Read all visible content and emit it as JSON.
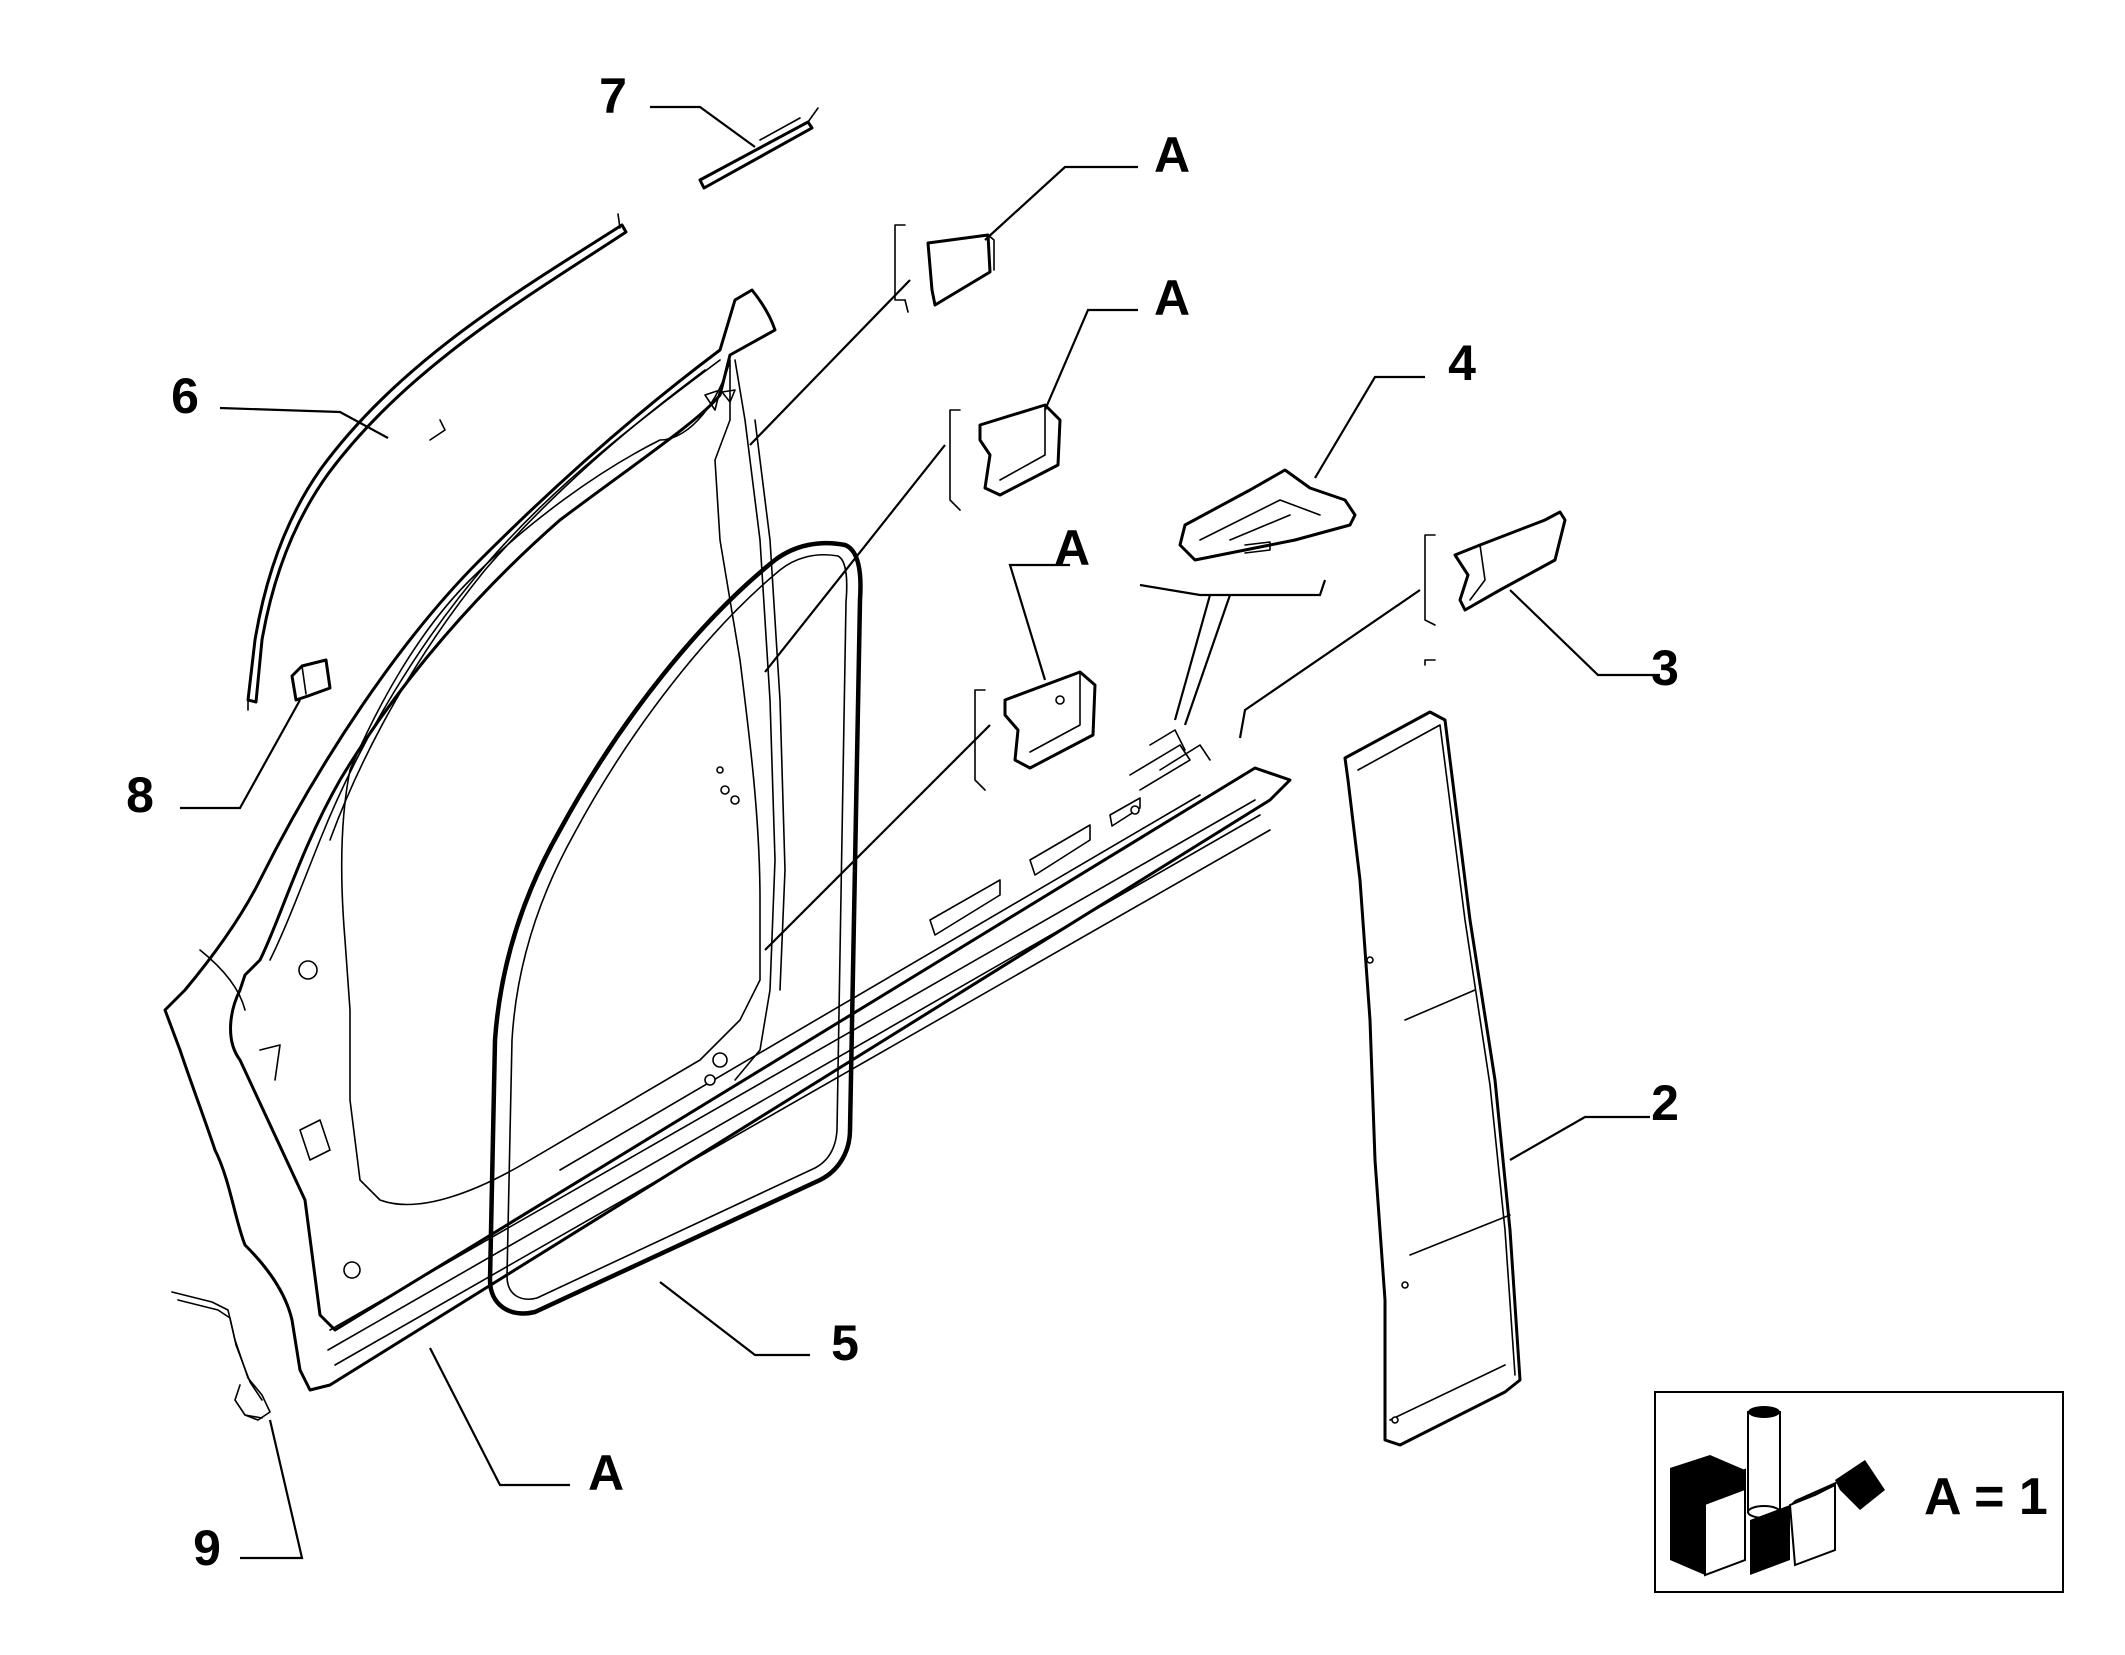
{
  "callouts": {
    "c7": "7",
    "c6": "6",
    "c8": "8",
    "c9": "9",
    "c4": "4",
    "c3": "3",
    "c2": "2",
    "c5": "5",
    "a_top": "A",
    "a_upper": "A",
    "a_mid": "A",
    "a_bottom": "A"
  },
  "legend": {
    "text": "A = 1",
    "icon": "fiat-sealant-kit-icon"
  }
}
